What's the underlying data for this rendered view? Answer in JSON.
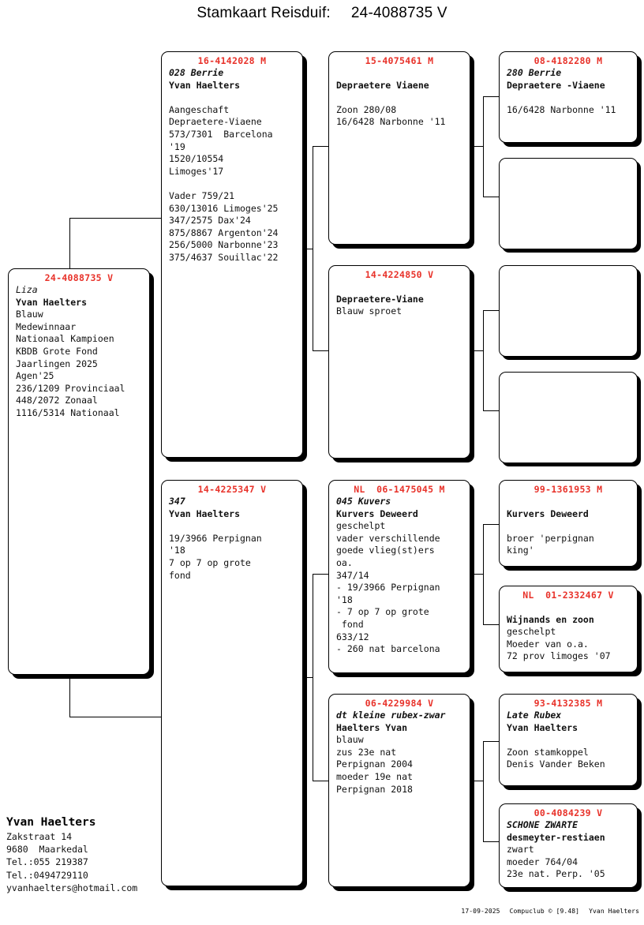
{
  "title": {
    "label": "Stamkaart Reisduif:",
    "subject_ring": "24-4088735 V"
  },
  "subject": {
    "ring": "24-4088735 V",
    "lines": [
      {
        "text": "Liza",
        "style": "i"
      },
      {
        "text": "Yvan Haelters",
        "style": "b"
      },
      {
        "text": "Blauw",
        "style": ""
      },
      {
        "text": "Medewinnaar",
        "style": ""
      },
      {
        "text": "Nationaal Kampioen",
        "style": ""
      },
      {
        "text": "KBDB Grote Fond",
        "style": ""
      },
      {
        "text": "Jaarlingen 2025",
        "style": ""
      },
      {
        "text": "Agen'25",
        "style": ""
      },
      {
        "text": "236/1209 Provinciaal",
        "style": ""
      },
      {
        "text": "448/2072 Zonaal",
        "style": ""
      },
      {
        "text": "1116/5314 Nationaal",
        "style": ""
      }
    ]
  },
  "gen1": [
    {
      "id": "sire",
      "ring": "16-4142028 M",
      "lines": [
        {
          "text": "028 Berrie",
          "style": "bi"
        },
        {
          "text": "Yvan Haelters",
          "style": "b"
        },
        {
          "text": "",
          "style": ""
        },
        {
          "text": "Aangeschaft",
          "style": ""
        },
        {
          "text": "Depraetere-Viaene",
          "style": ""
        },
        {
          "text": "573/7301  Barcelona",
          "style": ""
        },
        {
          "text": "'19",
          "style": ""
        },
        {
          "text": "1520/10554",
          "style": ""
        },
        {
          "text": "Limoges'17",
          "style": ""
        },
        {
          "text": "",
          "style": ""
        },
        {
          "text": "Vader 759/21",
          "style": ""
        },
        {
          "text": "630/13016 Limoges'25",
          "style": ""
        },
        {
          "text": "347/2575 Dax'24",
          "style": ""
        },
        {
          "text": "875/8867 Argenton'24",
          "style": ""
        },
        {
          "text": "256/5000 Narbonne'23",
          "style": ""
        },
        {
          "text": "375/4637 Souillac'22",
          "style": ""
        }
      ]
    },
    {
      "id": "dam",
      "ring": "14-4225347 V",
      "lines": [
        {
          "text": "347",
          "style": "bi"
        },
        {
          "text": "Yvan Haelters",
          "style": "b"
        },
        {
          "text": "",
          "style": ""
        },
        {
          "text": "19/3966 Perpignan",
          "style": ""
        },
        {
          "text": "'18",
          "style": ""
        },
        {
          "text": "7 op 7 op grote",
          "style": ""
        },
        {
          "text": "fond",
          "style": ""
        }
      ]
    }
  ],
  "gen2": [
    {
      "id": "sire-sire",
      "ring": "15-4075461 M",
      "lines": [
        {
          "text": "",
          "style": ""
        },
        {
          "text": "Depraetere Viaene",
          "style": "b"
        },
        {
          "text": "",
          "style": ""
        },
        {
          "text": "Zoon 280/08",
          "style": ""
        },
        {
          "text": "16/6428 Narbonne '11",
          "style": ""
        }
      ]
    },
    {
      "id": "sire-dam",
      "ring": "14-4224850 V",
      "lines": [
        {
          "text": "",
          "style": ""
        },
        {
          "text": "Depraetere-Viane",
          "style": "b"
        },
        {
          "text": "Blauw sproet",
          "style": ""
        }
      ]
    },
    {
      "id": "dam-sire",
      "ring": "NL  06-1475045 M",
      "lines": [
        {
          "text": "045 Kuvers",
          "style": "bi"
        },
        {
          "text": "Kurvers Deweerd",
          "style": "b"
        },
        {
          "text": "geschelpt",
          "style": ""
        },
        {
          "text": "vader verschillende",
          "style": ""
        },
        {
          "text": "goede vlieg(st)ers",
          "style": ""
        },
        {
          "text": "oa.",
          "style": ""
        },
        {
          "text": "347/14",
          "style": ""
        },
        {
          "text": "- 19/3966 Perpignan",
          "style": ""
        },
        {
          "text": "'18",
          "style": ""
        },
        {
          "text": "- 7 op 7 op grote",
          "style": ""
        },
        {
          "text": " fond",
          "style": ""
        },
        {
          "text": "633/12",
          "style": ""
        },
        {
          "text": "- 260 nat barcelona",
          "style": ""
        }
      ]
    },
    {
      "id": "dam-dam",
      "ring": "06-4229984 V",
      "lines": [
        {
          "text": "dt kleine rubex-zwar",
          "style": "bi"
        },
        {
          "text": "Haelters Yvan",
          "style": "b"
        },
        {
          "text": "blauw",
          "style": ""
        },
        {
          "text": "zus 23e nat",
          "style": ""
        },
        {
          "text": "Perpignan 2004",
          "style": ""
        },
        {
          "text": "moeder 19e nat",
          "style": ""
        },
        {
          "text": "Perpignan 2018",
          "style": ""
        }
      ]
    }
  ],
  "gen3": [
    {
      "id": "ssp-sire",
      "ring": "08-4182280 M",
      "empty": false,
      "lines": [
        {
          "text": "280 Berrie",
          "style": "bi"
        },
        {
          "text": "Depraetere -Viaene",
          "style": "b"
        },
        {
          "text": "",
          "style": ""
        },
        {
          "text": "16/6428 Narbonne '11",
          "style": ""
        }
      ]
    },
    {
      "id": "ssp-dam",
      "ring": "",
      "empty": true,
      "lines": []
    },
    {
      "id": "sdp-sire",
      "ring": "",
      "empty": true,
      "lines": []
    },
    {
      "id": "sdp-dam",
      "ring": "",
      "empty": true,
      "lines": []
    },
    {
      "id": "dsp-sire",
      "ring": "99-1361953 M",
      "empty": false,
      "lines": [
        {
          "text": "",
          "style": ""
        },
        {
          "text": "Kurvers Deweerd",
          "style": "b"
        },
        {
          "text": "",
          "style": ""
        },
        {
          "text": "broer 'perpignan",
          "style": ""
        },
        {
          "text": "king'",
          "style": ""
        }
      ]
    },
    {
      "id": "dsp-dam",
      "ring": "NL  01-2332467 V",
      "empty": false,
      "lines": [
        {
          "text": "",
          "style": ""
        },
        {
          "text": "Wijnands en zoon",
          "style": "b"
        },
        {
          "text": "geschelpt",
          "style": ""
        },
        {
          "text": "Moeder van o.a.",
          "style": ""
        },
        {
          "text": "72 prov limoges '07",
          "style": ""
        }
      ]
    },
    {
      "id": "ddp-sire",
      "ring": "93-4132385 M",
      "empty": false,
      "lines": [
        {
          "text": "Late Rubex",
          "style": "bi"
        },
        {
          "text": "Yvan Haelters",
          "style": "b"
        },
        {
          "text": "",
          "style": ""
        },
        {
          "text": "Zoon stamkoppel",
          "style": ""
        },
        {
          "text": "Denis Vander Beken",
          "style": ""
        }
      ]
    },
    {
      "id": "ddp-dam",
      "ring": "00-4084239 V",
      "empty": false,
      "lines": [
        {
          "text": "SCHONE ZWARTE",
          "style": "bi"
        },
        {
          "text": "desmeyter-restiaen",
          "style": "b"
        },
        {
          "text": "zwart",
          "style": ""
        },
        {
          "text": "moeder 764/04",
          "style": ""
        },
        {
          "text": "23e nat. Perp. '05",
          "style": ""
        }
      ]
    }
  ],
  "breeder": {
    "name": "Yvan Haelters",
    "lines": [
      "Zakstraat 14",
      "9680  Maarkedal",
      "Tel.:055 219387",
      "Tel.:0494729110",
      "yvanhaelters@hotmail.com"
    ]
  },
  "print_stamp": {
    "date": "17-09-2025",
    "software": "Compuclub © [9.48]",
    "owner": "Yvan Haelters"
  },
  "colors": {
    "ring_red": "#e8322a",
    "text": "#111111",
    "border": "#000000",
    "background": "#ffffff"
  }
}
